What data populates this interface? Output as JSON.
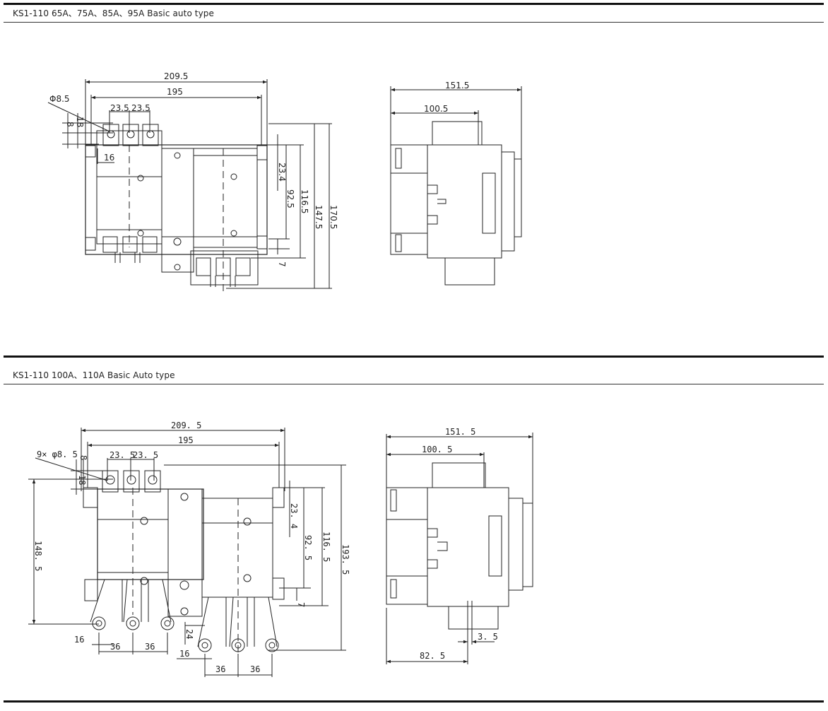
{
  "section1": {
    "title": "KS1-110 65A、75A、85A、95A  Basic auto type",
    "front_view": {
      "dims": {
        "overall_width": "209.5",
        "mount_width": "195",
        "pitch_1": "23.5",
        "pitch_2": "23.5",
        "hole": "Φ8.5",
        "v8": "8",
        "v18": "18",
        "h16": "16",
        "v23_4": "23.4",
        "v92_5": "92.5",
        "v116_5": "116.5",
        "v147_5": "147.5",
        "v170_5": "170.5",
        "v7": "7"
      }
    },
    "side_view": {
      "dims": {
        "depth_total": "151.5",
        "depth_partial": "100.5"
      }
    }
  },
  "section2": {
    "title": "KS1-110 100A、110A  Basic Auto type",
    "front_view": {
      "dims": {
        "overall_width": "209. 5",
        "mount_width": "195",
        "pitch_1": "23. 5",
        "pitch_2": "23. 5",
        "hole": "9× φ8. 5",
        "v8": "8",
        "v18": "18",
        "v23_4": "23. 4",
        "v92_5": "92. 5",
        "v116_5": "116. 5",
        "v193_5": "193. 5",
        "v148_5": "148. 5",
        "v7": "7",
        "v24": "24",
        "h16_a": "16",
        "h36_a": "36",
        "h36_b": "36",
        "h16_b": "16",
        "h36_c": "36",
        "h36_d": "36"
      }
    },
    "side_view": {
      "dims": {
        "depth_total": "151. 5",
        "depth_partial": "100. 5",
        "depth_bottom": "82. 5",
        "offset": "3. 5"
      }
    }
  }
}
